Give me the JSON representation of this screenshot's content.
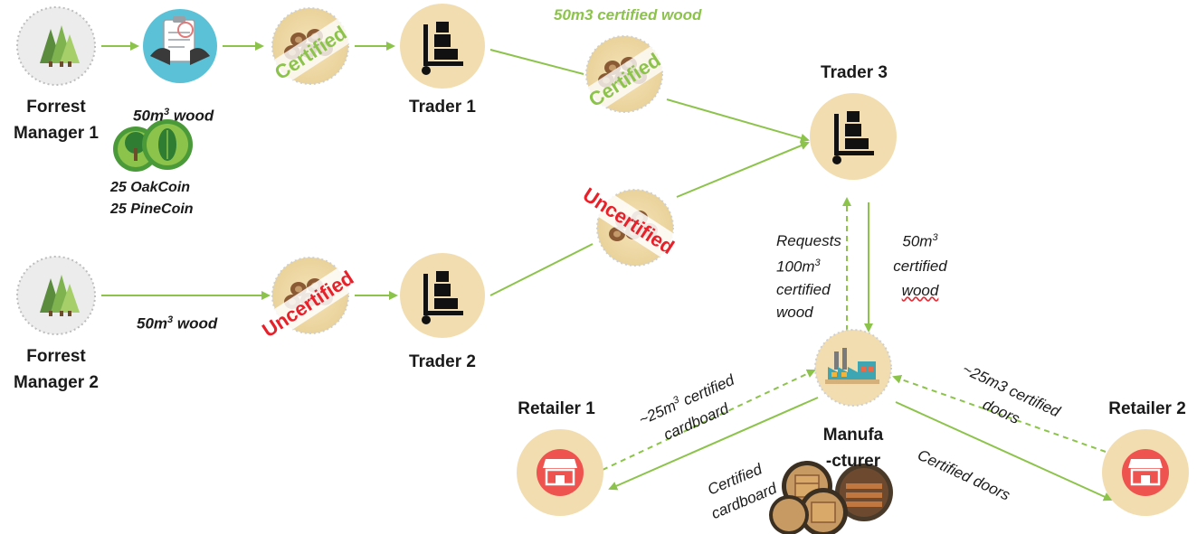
{
  "nodes": {
    "forest_manager_1": {
      "line1": "Forrest",
      "line2": "Manager 1"
    },
    "forest_manager_2": {
      "line1": "Forrest",
      "line2": "Manager 2"
    },
    "trader_1": "Trader 1",
    "trader_2": "Trader 2",
    "trader_3": "Trader 3",
    "manufacturer": {
      "line1": "Manufa",
      "line2": "-cturer"
    },
    "retailer_1": "Retailer 1",
    "retailer_2": "Retailer 2"
  },
  "stamps": {
    "certified": "Certified",
    "uncertified": "Uncertified"
  },
  "annotations": {
    "wood_fm1": {
      "prefix": "50m",
      "sup": "3",
      "suffix": " wood"
    },
    "wood_fm2": {
      "prefix": "50m",
      "sup": "3",
      "suffix": " wood"
    },
    "certified_wood_top": "50m3 certified wood",
    "coins": [
      "25 OakCoin",
      "25 PineCoin"
    ],
    "request": [
      "Requests",
      "100m",
      "certified",
      "wood"
    ],
    "request_sup": "3",
    "delivery": [
      "50m",
      "certified",
      "wood"
    ],
    "delivery_sup": "3",
    "cardboard_request": {
      "line1a": "~25m",
      "sup": "3",
      "line1b": " certified",
      "line2": "cardboard"
    },
    "cardboard_delivery": {
      "line1": "Certified",
      "line2": "cardboard"
    },
    "doors_request": {
      "line1": "~25m3 certified",
      "line2": "doors"
    },
    "doors_delivery": "Certified doors"
  },
  "colors": {
    "arrow_green": "#8cc34b",
    "node_beige": "#f2ddb0",
    "retailer_red": "#ef5350",
    "uncertified_red": "#e8202a",
    "certified_green": "#8cc34b"
  },
  "icons": [
    "forest-icon",
    "clipboard-audit-icon",
    "logs-icon",
    "hand-truck-icon",
    "factory-icon",
    "store-icon",
    "coin-icon",
    "box-icon"
  ]
}
